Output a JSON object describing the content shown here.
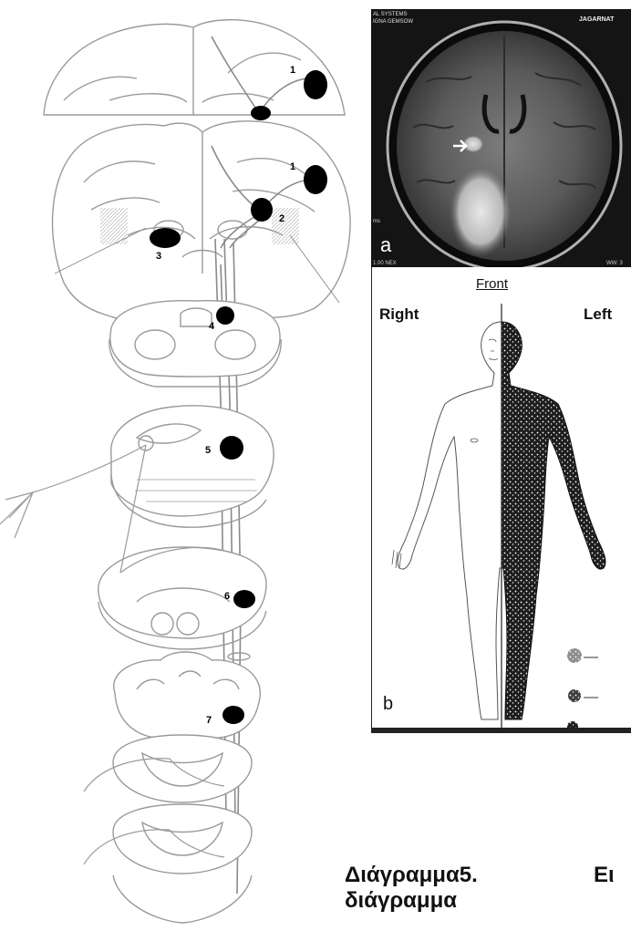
{
  "left_figure": {
    "lesion_numbers": [
      "1",
      "1",
      "2",
      "3",
      "4",
      "5",
      "6",
      "7"
    ]
  },
  "mri_panel": {
    "header_left_1": "AL SYSTEMS",
    "header_left_2": "IGNA GEMSOW",
    "header_right": "JAGARNAT",
    "side_texts": [
      "ms",
      "1.00 NEX",
      "WW: 3"
    ],
    "panel_letter": "a"
  },
  "sensory_map_panel": {
    "title": "Front",
    "right_label": "Right",
    "left_label": "Left",
    "panel_letter": "b"
  },
  "caption": {
    "line1_word1": "Διάγραμμα5.",
    "line1_word2": "Ει",
    "line2": "διάγραμμα"
  }
}
